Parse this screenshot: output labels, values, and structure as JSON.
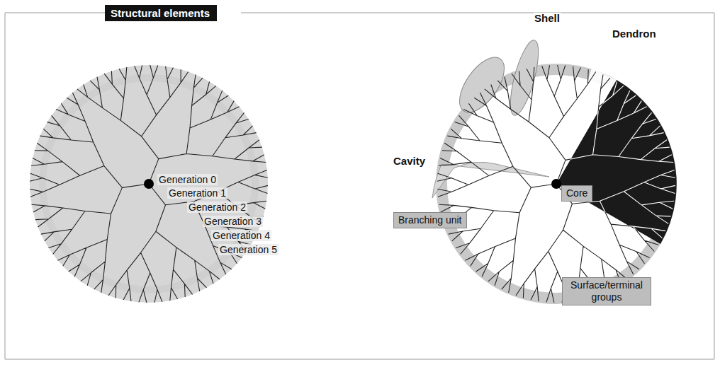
{
  "diagram": {
    "title": "Structural elements",
    "nodes": [
      {
        "text": [
          "Core"
        ]
      },
      {
        "text": [
          "Branching unit"
        ]
      },
      {
        "text": [
          "Surface/terminal groups"
        ]
      }
    ],
    "labels": [
      "Generation 0",
      "Generation 1",
      "Generation 2",
      "Generation 3",
      "Generation 4",
      "Generation 5",
      "Shell",
      "Dendron",
      "Cavity"
    ]
  }
}
